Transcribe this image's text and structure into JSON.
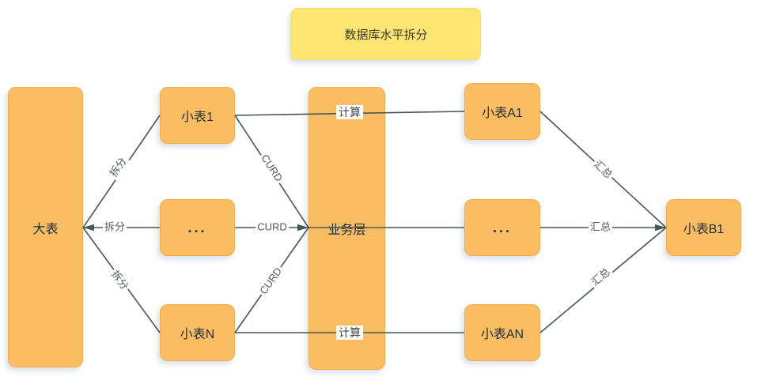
{
  "title": {
    "label": "数据库水平拆分"
  },
  "nodes": {
    "big_table": {
      "label": "大表"
    },
    "small_table_1": {
      "label": "小表1"
    },
    "left_ellipsis": {
      "label": "..."
    },
    "small_table_n": {
      "label": "小表N"
    },
    "business_layer": {
      "label": "业务层"
    },
    "small_table_a1": {
      "label": "小表A1"
    },
    "right_ellipsis": {
      "label": "..."
    },
    "small_table_an": {
      "label": "小表AN"
    },
    "small_table_b1": {
      "label": "小表B1"
    }
  },
  "edge_labels": {
    "split": "拆分",
    "curd": "CURD",
    "compute": "计算",
    "aggregate": "汇总"
  },
  "colors": {
    "node_fill": "#FABD62",
    "title_fill": "#FFE572",
    "line": "#44585A",
    "node_text": "#1F2D3D",
    "edge_label_text": "#4A5A5C"
  }
}
